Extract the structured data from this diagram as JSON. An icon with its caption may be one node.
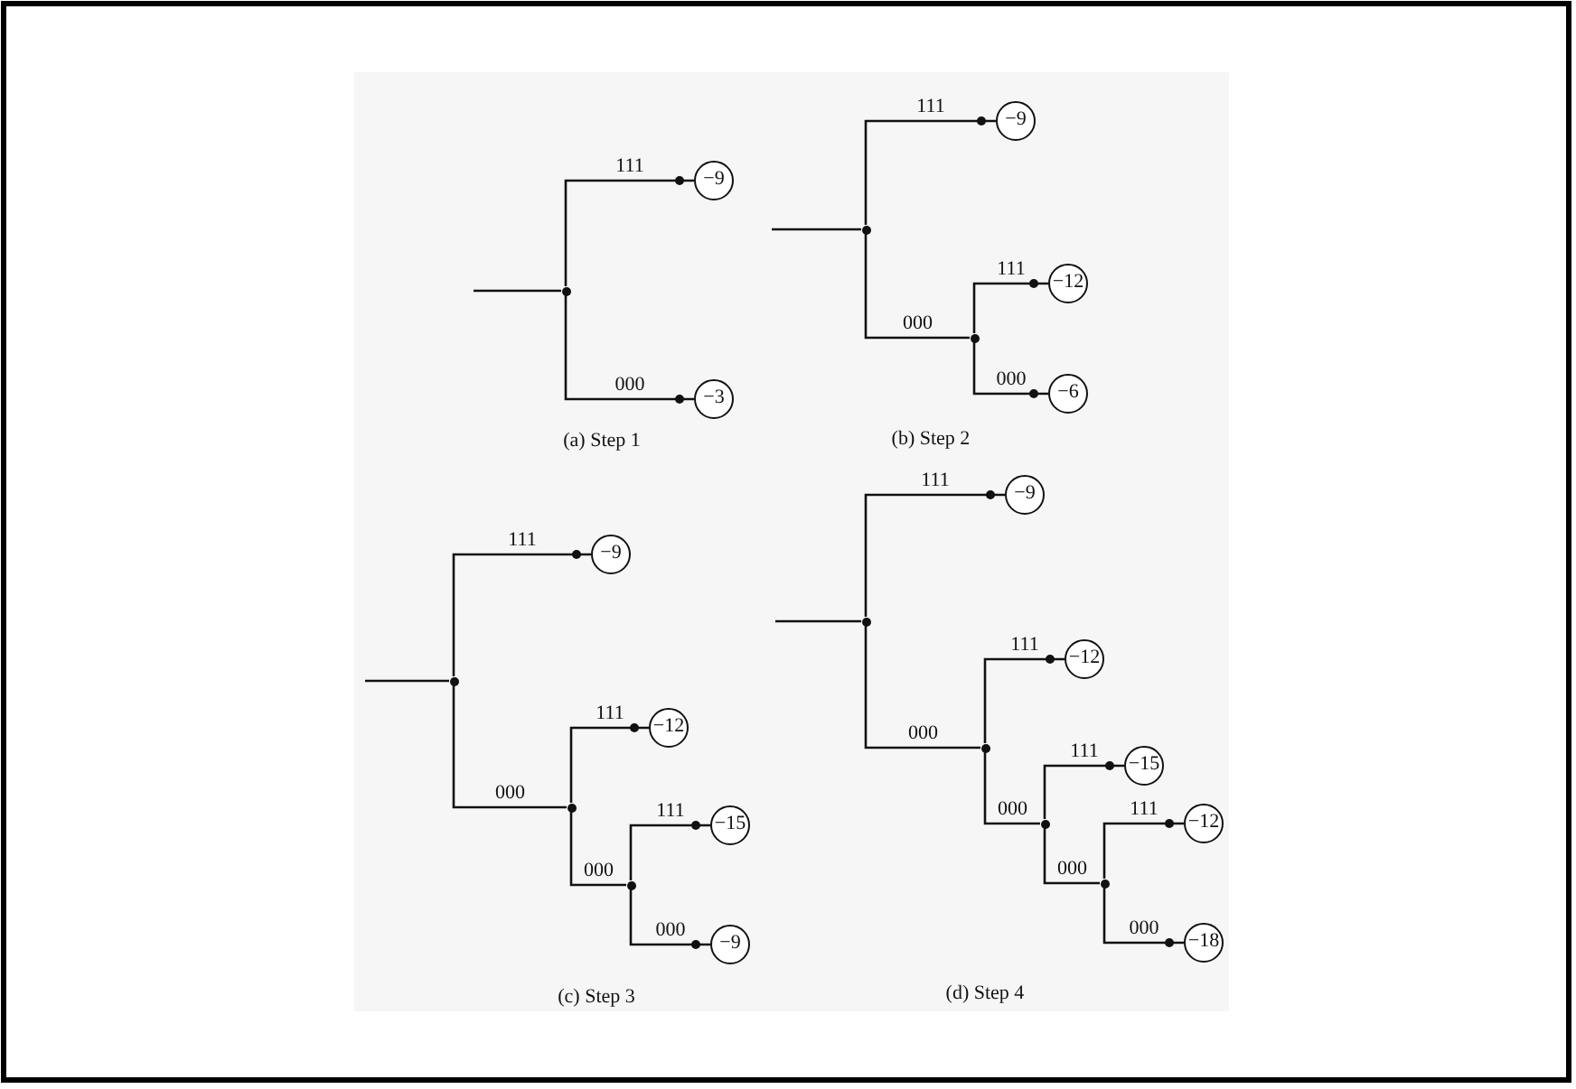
{
  "diagram": {
    "nodes": [
      {
        "text": [],
        "shape": "dot"
      },
      {
        "text": [
          "−9"
        ]
      },
      {
        "text": [
          "−3"
        ]
      },
      {
        "text": [],
        "shape": "dot"
      },
      {
        "text": [
          "−9"
        ]
      },
      {
        "text": [],
        "shape": "dot"
      },
      {
        "text": [
          "−12"
        ]
      },
      {
        "text": [
          "−6"
        ]
      },
      {
        "text": [],
        "shape": "dot"
      },
      {
        "text": [
          "−9"
        ]
      },
      {
        "text": [],
        "shape": "dot"
      },
      {
        "text": [
          "−12"
        ]
      },
      {
        "text": [],
        "shape": "dot"
      },
      {
        "text": [
          "−15"
        ]
      },
      {
        "text": [
          "−9"
        ]
      },
      {
        "text": [],
        "shape": "dot"
      },
      {
        "text": [
          "−9"
        ]
      },
      {
        "text": [],
        "shape": "dot"
      },
      {
        "text": [
          "−12"
        ]
      },
      {
        "text": [],
        "shape": "dot"
      },
      {
        "text": [
          "−15"
        ]
      },
      {
        "text": [],
        "shape": "dot"
      },
      {
        "text": [
          "−12"
        ]
      },
      {
        "text": [
          "−18"
        ]
      }
    ],
    "edges": [
      {
        "from": null,
        "to": 0,
        "arrow": "none"
      },
      {
        "from": 0,
        "to": 1,
        "arrow": "other",
        "label": "111"
      },
      {
        "from": 0,
        "to": 2,
        "arrow": "other",
        "label": "000"
      },
      {
        "from": null,
        "to": 3,
        "arrow": "none"
      },
      {
        "from": 3,
        "to": 4,
        "arrow": "other",
        "label": "111"
      },
      {
        "from": 3,
        "to": 5,
        "arrow": "none",
        "label": "000"
      },
      {
        "from": 5,
        "to": 6,
        "arrow": "other",
        "label": "111"
      },
      {
        "from": 5,
        "to": 7,
        "arrow": "other",
        "label": "000"
      },
      {
        "from": null,
        "to": 8,
        "arrow": "none"
      },
      {
        "from": 8,
        "to": 9,
        "arrow": "other",
        "label": "111"
      },
      {
        "from": 8,
        "to": 10,
        "arrow": "none",
        "label": "000"
      },
      {
        "from": 10,
        "to": 11,
        "arrow": "other",
        "label": "111"
      },
      {
        "from": 10,
        "to": 12,
        "arrow": "none",
        "label": "000"
      },
      {
        "from": 12,
        "to": 13,
        "arrow": "other",
        "label": "111"
      },
      {
        "from": 12,
        "to": 14,
        "arrow": "other",
        "label": "000"
      },
      {
        "from": null,
        "to": 15,
        "arrow": "none"
      },
      {
        "from": 15,
        "to": 16,
        "arrow": "other",
        "label": "111"
      },
      {
        "from": 15,
        "to": 17,
        "arrow": "none",
        "label": "000"
      },
      {
        "from": 17,
        "to": 18,
        "arrow": "other",
        "label": "111"
      },
      {
        "from": 17,
        "to": 19,
        "arrow": "none",
        "label": "000"
      },
      {
        "from": 19,
        "to": 20,
        "arrow": "other",
        "label": "111"
      },
      {
        "from": 19,
        "to": 21,
        "arrow": "none",
        "label": "000"
      },
      {
        "from": 21,
        "to": 22,
        "arrow": "other",
        "label": "111"
      },
      {
        "from": 21,
        "to": 23,
        "arrow": "other",
        "label": "000"
      }
    ],
    "labels": [
      "(a) Step 1",
      "(b) Step 2",
      "(c) Step 3",
      "(d) Step 4"
    ]
  }
}
